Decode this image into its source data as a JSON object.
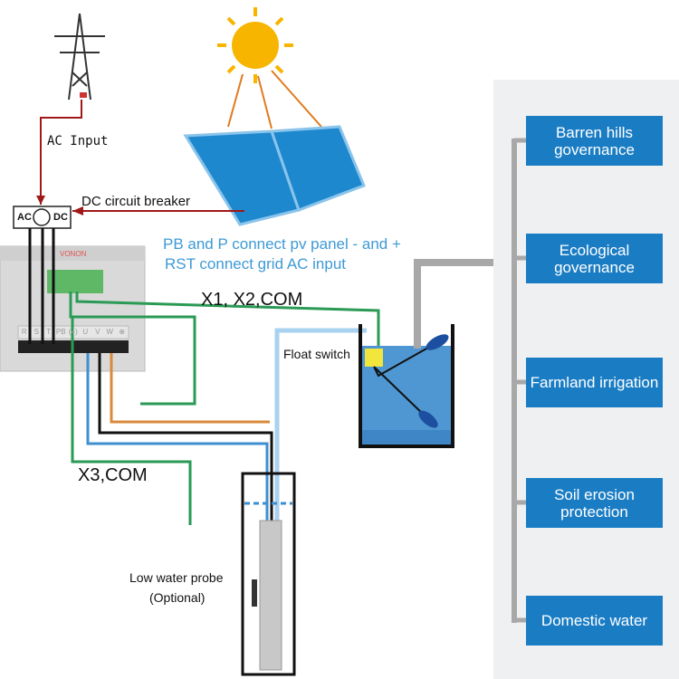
{
  "labels": {
    "ac_input": "AC Input",
    "dc_breaker": "DC circuit breaker",
    "breaker_ac": "AC",
    "breaker_dc": "DC",
    "pv_note_1": "PB and P connect pv panel  -  and +",
    "pv_note_2": "RST connect grid AC input",
    "x1x2com": "X1, X2,COM",
    "x3com": "X3,COM",
    "float_switch": "Float switch",
    "low_probe_1": "Low water probe",
    "low_probe_2": "(Optional)"
  },
  "inverter": {
    "brand_logo": "VONON",
    "terminals": [
      "R",
      "S",
      "T",
      "PB",
      "(+)",
      "U",
      "V",
      "W",
      "⊕"
    ]
  },
  "applications": [
    {
      "label": "Barren hills governance"
    },
    {
      "label": "Ecological governance"
    },
    {
      "label": "Farmland irrigation"
    },
    {
      "label": "Soil erosion protection"
    },
    {
      "label": "Domestic water"
    }
  ],
  "colors": {
    "app_box": "#1a7dc4",
    "note_text": "#3d9ad6",
    "ac_line": "#a01818",
    "green_wire": "#2a9a55",
    "water": "#4f97d2"
  }
}
